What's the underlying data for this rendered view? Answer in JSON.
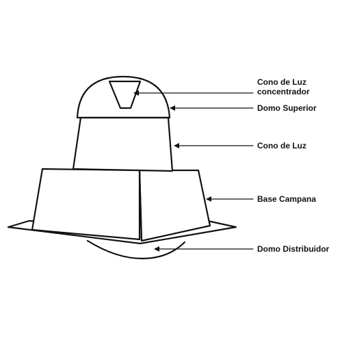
{
  "labels": {
    "cono_concentrador_line1": "Cono de Luz",
    "cono_concentrador_line2": "concentrador",
    "domo_superior": "Domo Superior",
    "cono_de_luz": "Cono de Luz",
    "base_campana": "Base Campana",
    "domo_distribuidor": "Domo Distribuidor"
  },
  "colors": {
    "stroke": "#111111",
    "background": "#ffffff"
  }
}
